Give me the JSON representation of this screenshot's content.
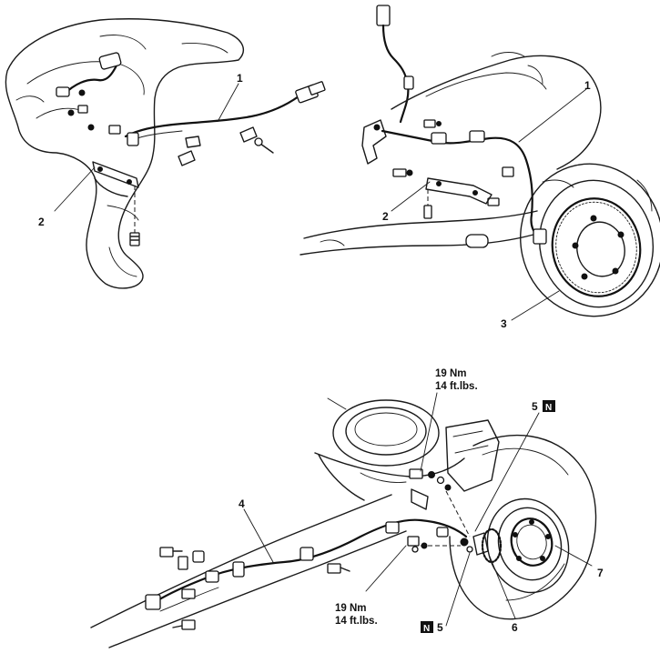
{
  "callouts": {
    "front_left": {
      "sensor_harness": "1",
      "bracket": "2"
    },
    "front_right": {
      "sensor_harness": "1",
      "bracket": "2",
      "rotor": "3"
    },
    "rear": {
      "harness": "4",
      "seal_upper": "5",
      "seal_lower": "5",
      "sensor": "6",
      "rotor": "7",
      "new_part_badge": "N",
      "torque_upper_line1": "19 Nm",
      "torque_upper_line2": "14 ft.lbs.",
      "torque_lower_line1": "19 Nm",
      "torque_lower_line2": "14 ft.lbs."
    }
  }
}
